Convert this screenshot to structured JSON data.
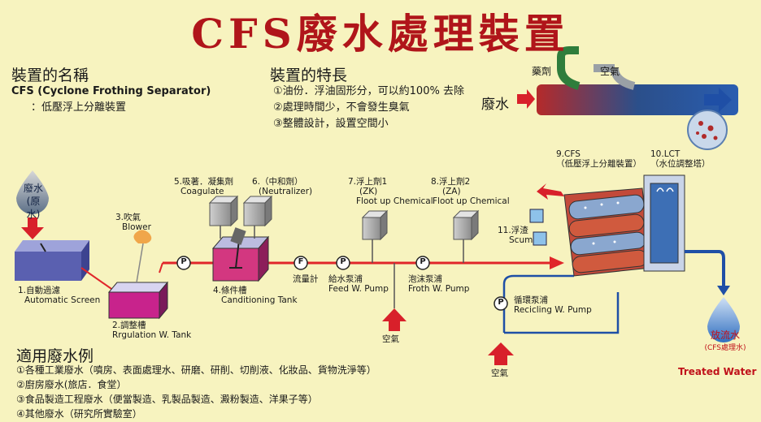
{
  "title": "CFS廢水處理裝置",
  "device_name": {
    "heading": "裝置的名稱",
    "line1": "CFS (Cyclone Frothing Separator)",
    "line2": "：低壓浮上分離裝置"
  },
  "features": {
    "heading": "裝置的特長",
    "items": [
      "①油份．浮油固形分，可以約100% 去除",
      "②處理時間少，不會發生臭氣",
      "③整體設計，設置空間小"
    ]
  },
  "pipe_inset": {
    "chem_label": "藥劑",
    "air_label": "空氣",
    "wastewater_label": "廢水"
  },
  "process": {
    "source_drop": [
      "廢水",
      "(原水)"
    ],
    "screen": [
      "1.自動過濾",
      "Automatic Screen"
    ],
    "tank": [
      "2.調整槽",
      "Rrgulation W. Tank"
    ],
    "blower": [
      "3.吹氣",
      "Blower"
    ],
    "conditioning": [
      "4.條件槽",
      "Canditioning Tank"
    ],
    "coagulate": [
      "5.吸著．凝集劑",
      "Coagulate"
    ],
    "neutralizer": [
      "6.（中和劑）",
      "(Neutralizer)"
    ],
    "float1": [
      "7.浮上劑1",
      "(ZK)",
      "Floot up Chemical"
    ],
    "float2": [
      "8.浮上劑2",
      "(ZA)",
      "Floot up Chemical"
    ],
    "flowmeter": "流量計",
    "feed_pump": [
      "給水泵浦",
      "Feed W. Pump"
    ],
    "froth_pump": [
      "泡沫泵浦",
      "Froth W. Pump"
    ],
    "cfs": [
      "9.CFS",
      "（低壓浮上分離裝置）"
    ],
    "lct": [
      "10.LCT",
      "（水位調整塔）"
    ],
    "scum": [
      "11.浮渣",
      "Scum"
    ],
    "recycle_pump": [
      "循環泵浦",
      "Recicling W. Pump"
    ],
    "air1": "空氣",
    "air2": "空氣",
    "discharge_drop": [
      "放流水",
      "(CFS處理水)"
    ],
    "treated": "Treated Water",
    "pump_letter": "P",
    "flow_letter": "F"
  },
  "applications": {
    "heading": "適用廢水例",
    "items": [
      "①各種工業廢水（噴房、表面處理水、研磨、研削、切削液、化妝品、貨物洗淨等）",
      "②廚房廢水(旅店．食堂）",
      "③食品製造工程廢水（便當製造、乳製品製造、澱粉製造、洋果子等）",
      "④其他廢水（研究所實驗室）"
    ]
  },
  "colors": {
    "title_red": "#b0151a",
    "pipe_red": "#e0262a",
    "pipe_blue": "#1f4fa6",
    "background": "#f7f3bf"
  }
}
